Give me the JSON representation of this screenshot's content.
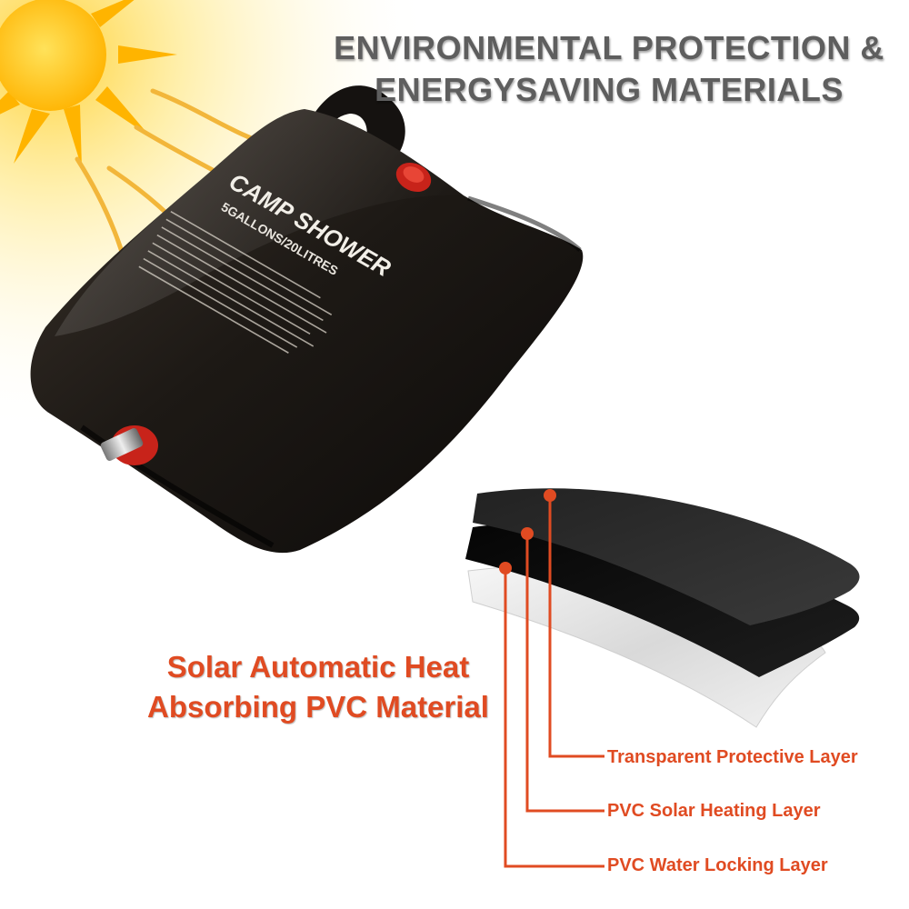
{
  "headline": {
    "line1": "ENVIRONMENTAL PROTECTION &",
    "line2": "ENERGYSAVING MATERIALS"
  },
  "bag": {
    "title": "CAMP SHOWER",
    "capacity": "5GALLONS/20LITRES"
  },
  "callout": {
    "line1": "Solar Automatic Heat",
    "line2": "Absorbing PVC Material"
  },
  "layers": [
    {
      "label": "Transparent Protective Layer"
    },
    {
      "label": "PVC Solar Heating Layer"
    },
    {
      "label": "PVC Water Locking Layer"
    }
  ],
  "colors": {
    "accent": "#e04b22",
    "headline": "#5e5e5e",
    "bag": "#1b1714",
    "sun": "#ffc21a"
  }
}
